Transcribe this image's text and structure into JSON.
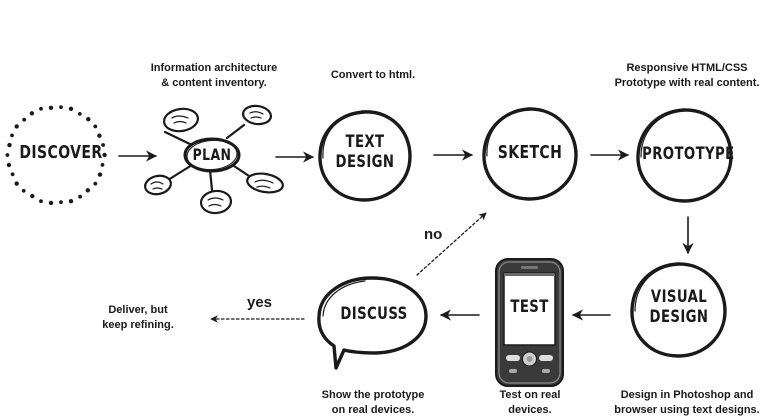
{
  "nodes": {
    "discover": "DISCOVER",
    "plan": "PLAN",
    "text_design": [
      "TEXT",
      "DESIGN"
    ],
    "sketch": "SKETCH",
    "prototype": "PROTOTYPE",
    "visual_design": [
      "VISUAL",
      "DESIGN"
    ],
    "test": "TEST",
    "discuss": "DISCUSS"
  },
  "captions": {
    "plan": [
      "Information architecture",
      "& content inventory."
    ],
    "text_design": [
      "Convert to html.",
      ""
    ],
    "prototype": [
      "Responsive HTML/CSS",
      "Prototype with real content."
    ],
    "visual_design": [
      "Design in Photoshop and",
      "browser using text designs."
    ],
    "test": [
      "Test on real",
      "devices."
    ],
    "discuss": [
      "Show the prototype",
      "on real devices."
    ],
    "deliver": [
      "Deliver, but",
      "keep refining."
    ]
  },
  "choices": {
    "no": "no",
    "yes": "yes"
  },
  "colors": {
    "ink": "#1a1a1a",
    "phone_body": "#3a3a3a",
    "phone_screen": "#ffffff"
  }
}
